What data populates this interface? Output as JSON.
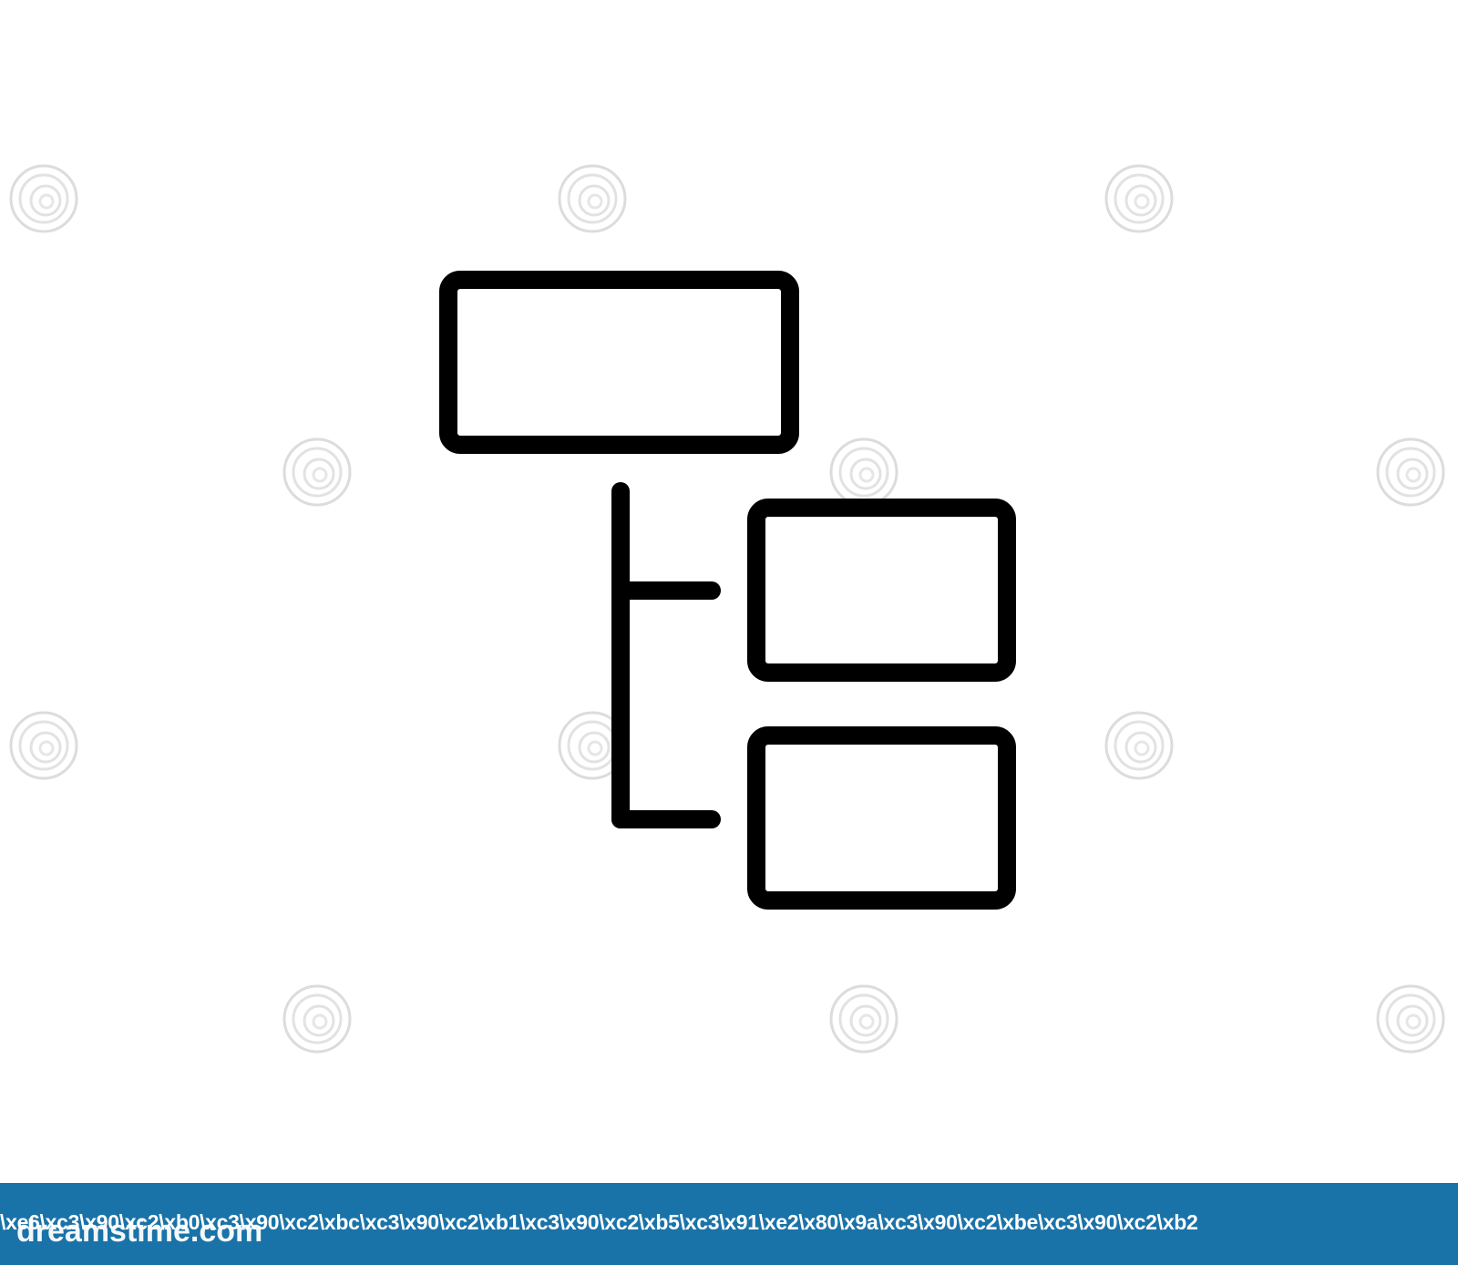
{
  "colors": {
    "background": "#ffffff",
    "stroke": "#000000",
    "footer_bar": "#1a73a8",
    "footer_text": "#ffffff",
    "watermark": "#d6d6d6"
  },
  "icon": {
    "name": "hierarchy-tree-icon",
    "boxes": [
      "parent-box",
      "child-box-1",
      "child-box-2"
    ],
    "connectors": [
      "trunk-line",
      "branch-line-1",
      "branch-line-2"
    ]
  },
  "watermark": {
    "icon": "spiral-logo-icon"
  },
  "footer": {
    "logo_text": "dreamstime.com",
    "caption": "\\xe6\\xc3\\x90\\xc2\\xb0\\xc3\\x90\\xc2\\xbc\\xc3\\x90\\xc2\\xb1\\xc3\\x90\\xc2\\xb5\\xc3\\x91\\xe2\\x80\\x9a\\xc3\\x90\\xc2\\xbe\\xc3\\x90\\xc2\\xb2"
  }
}
